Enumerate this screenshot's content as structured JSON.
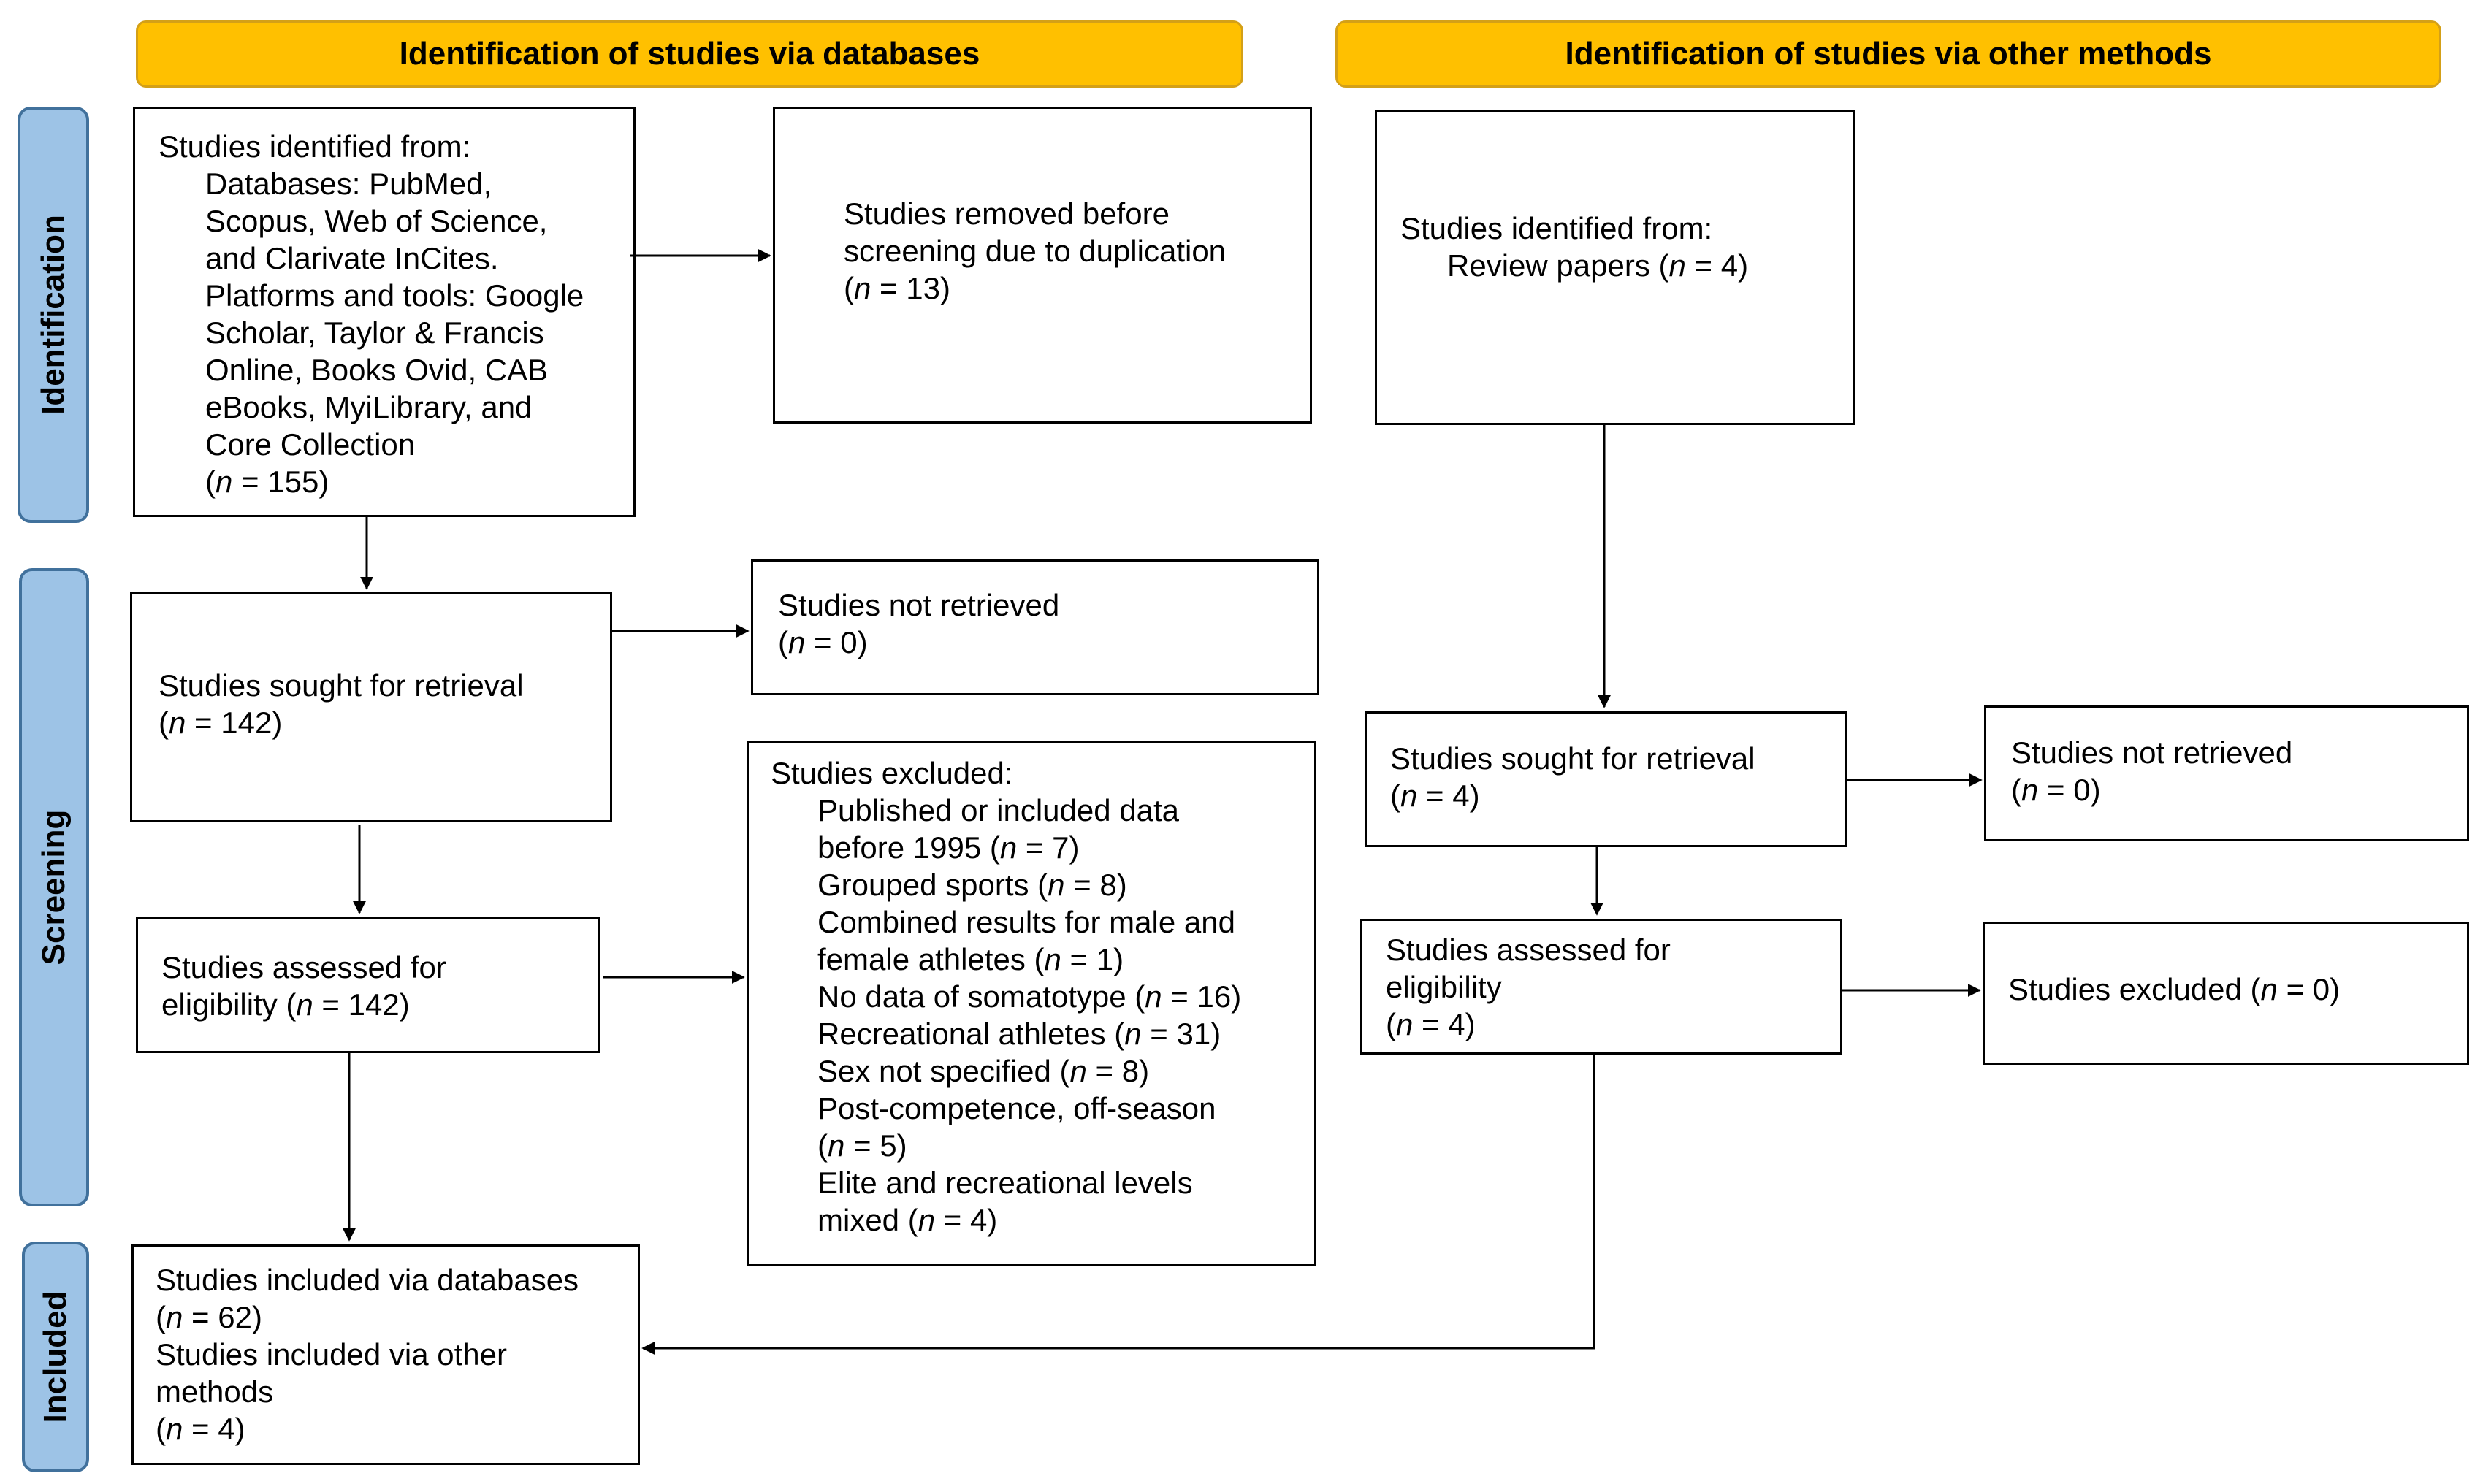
{
  "headers": {
    "databases": "Identification of studies via databases",
    "other": "Identification of studies via other methods"
  },
  "phases": {
    "identification": "Identification",
    "screening": "Screening",
    "included": "Included"
  },
  "db_identified": {
    "title": "Studies identified from:",
    "lines": [
      "Databases: PubMed,",
      "Scopus, Web of Science,",
      "and Clarivate InCites.",
      "Platforms and tools: Google",
      "Scholar, Taylor & Francis",
      "Online, Books Ovid, CAB",
      "eBooks, MyiLibrary, and",
      "Core Collection"
    ],
    "count": "155"
  },
  "db_removed": {
    "lines": [
      "Studies removed before",
      "screening due to duplication"
    ],
    "count": "13"
  },
  "db_sought": {
    "label": "Studies sought for retrieval",
    "count": "142"
  },
  "db_not_retrieved": {
    "label": "Studies not retrieved",
    "count": "0"
  },
  "db_assessed": {
    "line1": "Studies assessed for",
    "line2": "eligibility",
    "count": "142"
  },
  "db_excluded": {
    "title": "Studies excluded:",
    "reasons": [
      {
        "pre": "Published or included data",
        "post": "before 1995",
        "count": "7"
      },
      {
        "pre": "",
        "post": "Grouped sports",
        "count": "8"
      },
      {
        "pre": "Combined results for male and",
        "post": "female athletes",
        "count": "1"
      },
      {
        "pre": "",
        "post": "No data of somatotype",
        "count": "16"
      },
      {
        "pre": "",
        "post": "Recreational athletes",
        "count": "31"
      },
      {
        "pre": "",
        "post": "Sex not specified",
        "count": "8"
      },
      {
        "pre": "Post-competence, off-season",
        "post": "",
        "count": "5"
      },
      {
        "pre": "Elite and recreational levels",
        "post": "mixed",
        "count": "4"
      }
    ]
  },
  "included": {
    "line1": "Studies included via databases",
    "count1": "62",
    "line2": "Studies included via other",
    "line3": "methods",
    "count2": "4"
  },
  "other_identified": {
    "title": "Studies identified from:",
    "label": "Review papers",
    "count": "4"
  },
  "other_sought": {
    "label": "Studies sought for retrieval",
    "count": "4"
  },
  "other_not_retrieved": {
    "label": "Studies not retrieved",
    "count": "0"
  },
  "other_assessed": {
    "line1": "Studies assessed for",
    "line2": "eligibility",
    "count": "4"
  },
  "other_excluded": {
    "label": "Studies excluded",
    "count": "0"
  },
  "n_symbol": "n"
}
